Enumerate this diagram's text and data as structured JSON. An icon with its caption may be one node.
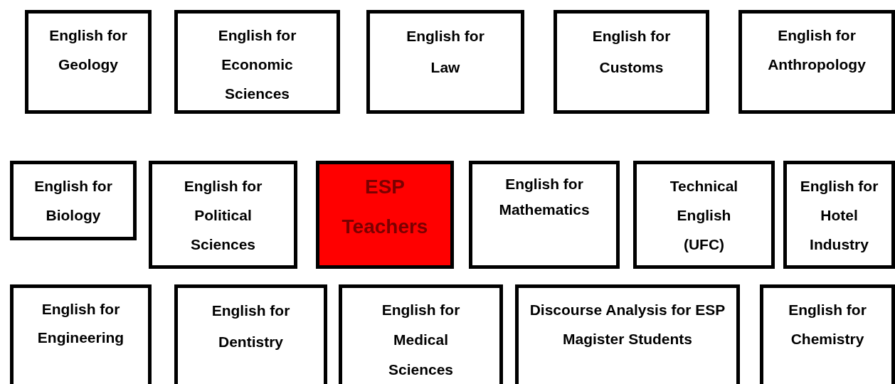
{
  "diagram": {
    "nodes": [
      {
        "text": [
          "English for Geology"
        ]
      },
      {
        "text": [
          "English for Economic Sciences"
        ]
      },
      {
        "text": [
          "English for Law"
        ]
      },
      {
        "text": [
          "English for Customs"
        ]
      },
      {
        "text": [
          "English for Anthropology"
        ]
      },
      {
        "text": [
          "English for Biology"
        ]
      },
      {
        "text": [
          "English for Political Sciences"
        ]
      },
      {
        "text": [
          "ESP Teachers"
        ]
      },
      {
        "text": [
          "English for Mathematics"
        ]
      },
      {
        "text": [
          "Technical English (UFC)"
        ]
      },
      {
        "text": [
          "English for Hotel Industry"
        ]
      },
      {
        "text": [
          "English for Engineering"
        ]
      },
      {
        "text": [
          "English for Dentistry"
        ]
      },
      {
        "text": [
          "English for Medical Sciences"
        ]
      },
      {
        "text": [
          "Discourse Analysis for ESP Magister Students"
        ]
      },
      {
        "text": [
          "English for Chemistry"
        ]
      }
    ]
  }
}
